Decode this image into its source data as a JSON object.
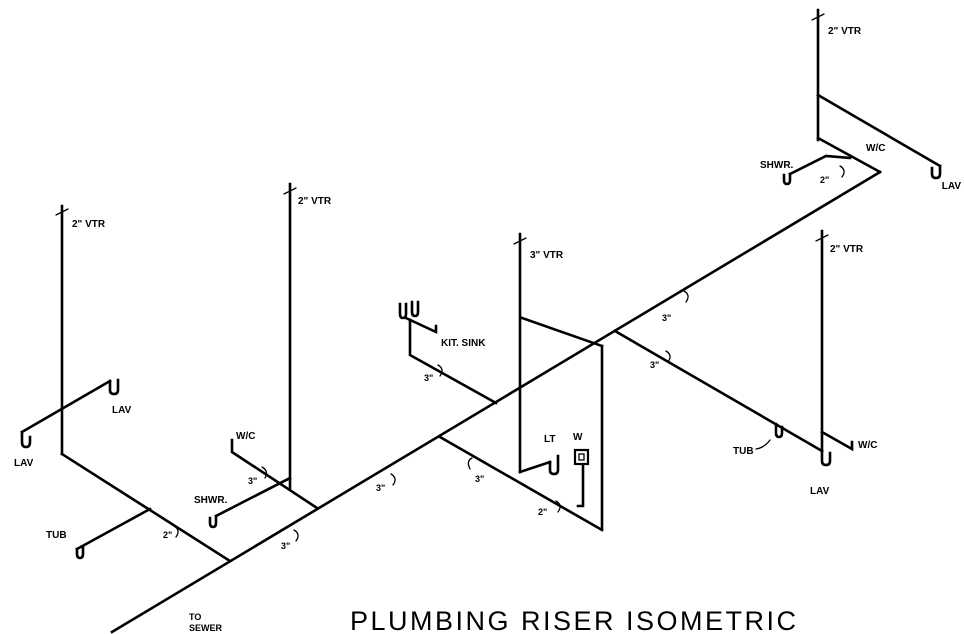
{
  "title": "PLUMBING RISER ISOMETRIC",
  "sewer_note": {
    "line1": "TO",
    "line2": "SEWER"
  },
  "vents": {
    "left": "2\" VTR",
    "center_left": "2\" VTR",
    "center": "3\" VTR",
    "top_right": "2\" VTR",
    "right": "2\" VTR"
  },
  "fixtures": {
    "left_lav_upper": "LAV",
    "left_lav_lower": "LAV",
    "left_tub": "TUB",
    "center_left_wc": "W/C",
    "center_left_shower": "SHWR.",
    "kitchen_sink": "KIT. SINK",
    "laundry_tub": "LT",
    "washer": "W",
    "right_tub": "TUB",
    "right_wc": "W/C",
    "right_lav": "LAV",
    "top_right_shower": "SHWR.",
    "top_right_wc": "W/C",
    "top_right_lav": "LAV"
  },
  "pipe_sizes": {
    "left_tub_branch": "2\"",
    "center_left_wc_arm": "3\"",
    "main_lower": "3\"",
    "main_middle": "3\"",
    "laundry_branch": "3\"",
    "kitchen_sink_drain": "3\"",
    "washer_branch": "2\"",
    "main_upper": "3\"",
    "right_branch": "3\"",
    "top_right_shower": "2\""
  },
  "colors": {
    "line": "#000000",
    "background": "#ffffff"
  }
}
